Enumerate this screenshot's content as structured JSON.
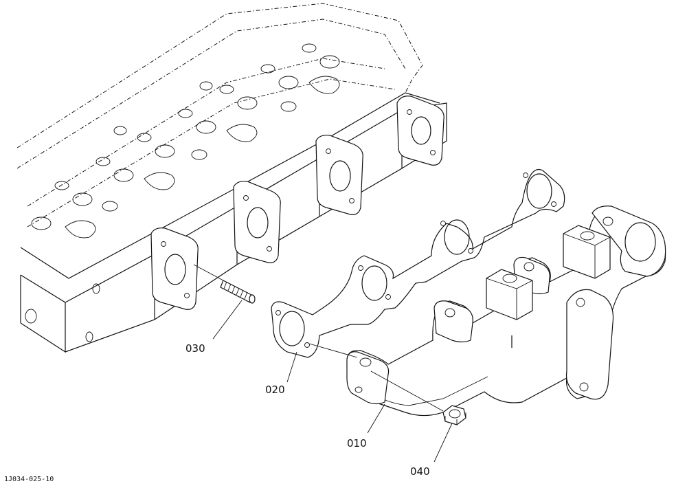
{
  "diagram": {
    "parts": [
      {
        "id": "030",
        "label": "030"
      },
      {
        "id": "020",
        "label": "020"
      },
      {
        "id": "010",
        "label": "010"
      },
      {
        "id": "040",
        "label": "040"
      }
    ],
    "drawing_number": "1J034-025-10"
  },
  "colors": {
    "line": "#111111",
    "background": "#ffffff"
  }
}
